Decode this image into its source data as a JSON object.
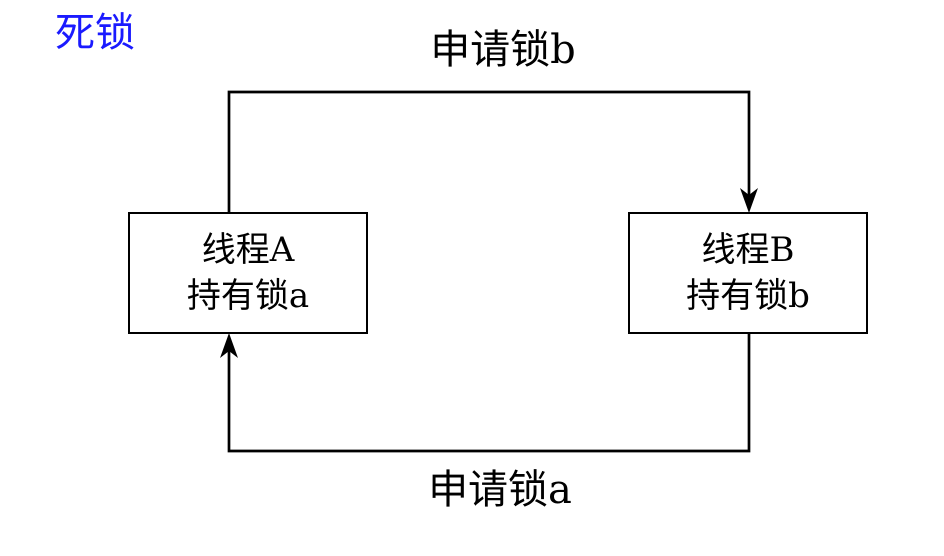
{
  "title": {
    "text": "死锁",
    "color": "#1a1aff"
  },
  "diagram": {
    "type": "deadlock-cycle",
    "background_color": "#ffffff",
    "line_color": "#000000",
    "nodes": [
      {
        "id": "thread-a",
        "line1": "线程A",
        "line2": "持有锁a"
      },
      {
        "id": "thread-b",
        "line1": "线程B",
        "line2": "持有锁b"
      }
    ],
    "edges": [
      {
        "from": "thread-a",
        "to": "thread-b",
        "label": "申请锁b",
        "position": "top"
      },
      {
        "from": "thread-b",
        "to": "thread-a",
        "label": "申请锁a",
        "position": "bottom"
      }
    ]
  }
}
